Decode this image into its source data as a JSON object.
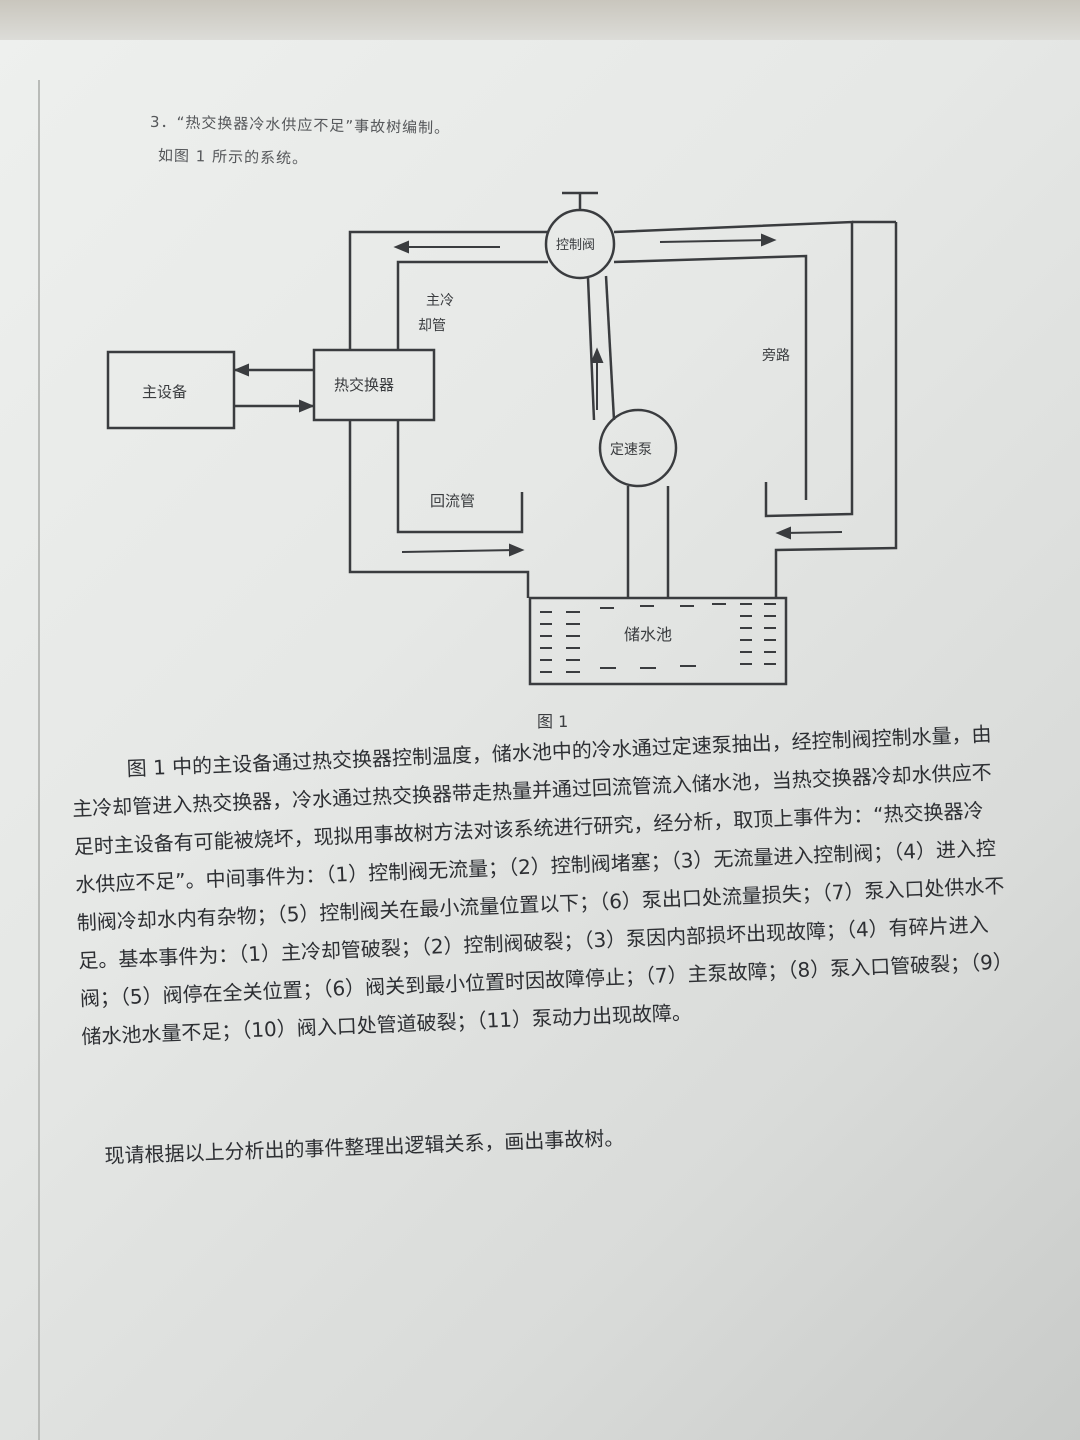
{
  "header": {
    "line1": "3．“热交换器冷水供应不足”事故树编制。",
    "line2": "如图 1 所示的系统。"
  },
  "diagram": {
    "main_equipment": "主设备",
    "heat_exchanger": "热交换器",
    "control_valve": "控制阀",
    "main_cooling_pipe_l1": "主冷",
    "main_cooling_pipe_l2": "却管",
    "bypass": "旁路",
    "fixed_pump": "定速泵",
    "return_pipe": "回流管",
    "reservoir": "储水池"
  },
  "caption": "图 1",
  "paragraph": "图 1 中的主设备通过热交换器控制温度，储水池中的冷水通过定速泵抽出，经控制阀控制水量，由主冷却管进入热交换器，冷水通过热交换器带走热量并通过回流管流入储水池，当热交换器冷却水供应不足时主设备有可能被烧坏，现拟用事故树方法对该系统进行研究，经分析，取顶上事件为：“热交换器冷水供应不足”。中间事件为：（1）控制阀无流量；（2）控制阀堵塞；（3）无流量进入控制阀；（4）进入控制阀冷却水内有杂物；（5）控制阀关在最小流量位置以下；（6）泵出口处流量损失；（7）泵入口处供水不足。基本事件为：（1）主冷却管破裂；（2）控制阀破裂；（3）泵因内部损坏出现故障；（4）有碎片进入阀；（5）阀停在全关位置；（6）阀关到最小位置时因故障停止；（7）主泵故障；（8）泵入口管破裂；（9）储水池水量不足；（10）阀入口处管道破裂；（11）泵动力出现故障。",
  "instruction": "现请根据以上分析出的事件整理出逻辑关系，画出事故树。",
  "colors": {
    "paper": "#e6e8e6",
    "ink": "#2d2f33",
    "line": "#3a3c3f"
  }
}
